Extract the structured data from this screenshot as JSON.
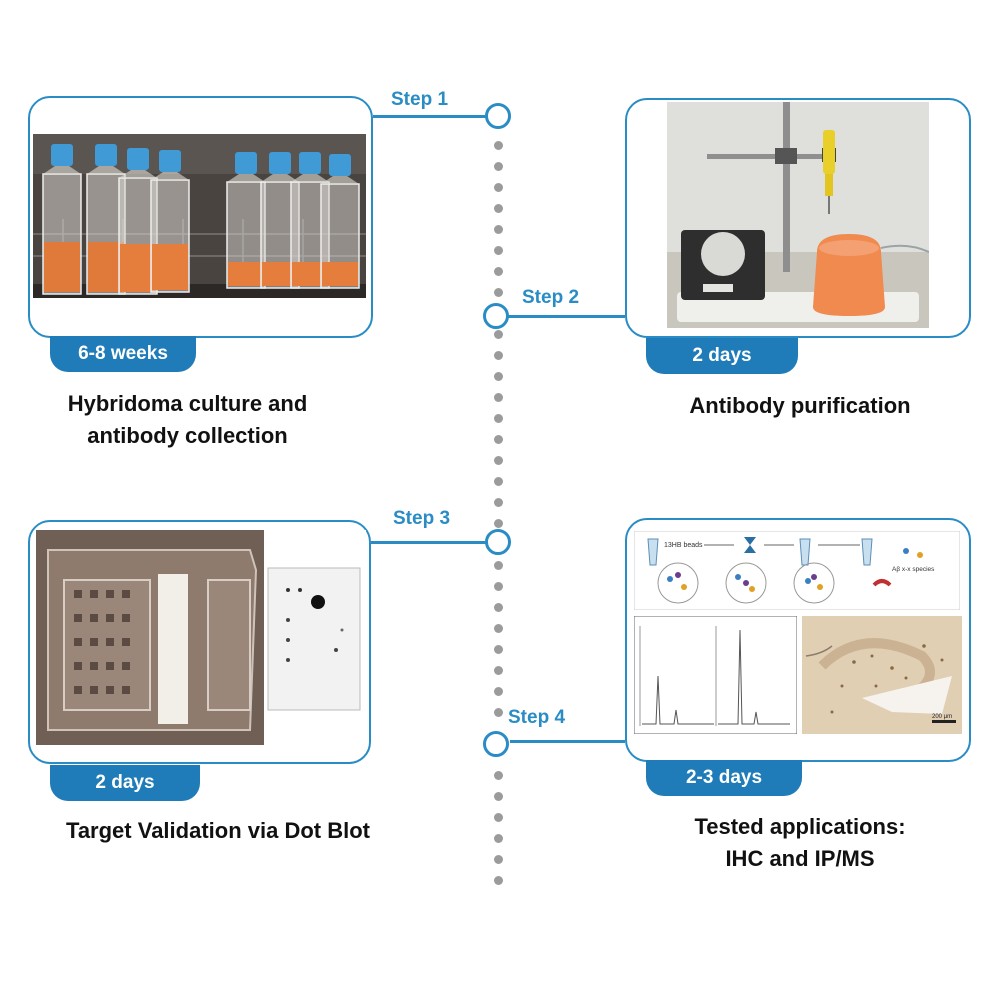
{
  "steps": [
    {
      "label": "Step 1",
      "duration": "6-8 weeks",
      "caption_lines": [
        "Hybridoma culture and",
        "antibody collection"
      ],
      "photo": "culture-flasks-photo"
    },
    {
      "label": "Step 2",
      "duration": "2 days",
      "caption_lines": [
        "Antibody purification"
      ],
      "photo": "purification-apparatus-photo"
    },
    {
      "label": "Step 3",
      "duration": "2 days",
      "caption_lines": [
        "Target Validation via Dot Blot"
      ],
      "photo": "dot-blot-photo"
    },
    {
      "label": "Step 4",
      "duration": "2-3 days",
      "caption_lines": [
        "Tested applications:",
        "IHC and IP/MS"
      ],
      "photo": "ihc-ipms-photo"
    }
  ],
  "figure_text": {
    "beads_label": "13HB beads",
    "species_label": "Aβ x-x species",
    "scale_label": "200 μm"
  },
  "colors": {
    "accent": "#2a8cc4",
    "tab": "#1f7cb8",
    "timeline_dot": "#9b9b9b",
    "caption": "#111111"
  }
}
